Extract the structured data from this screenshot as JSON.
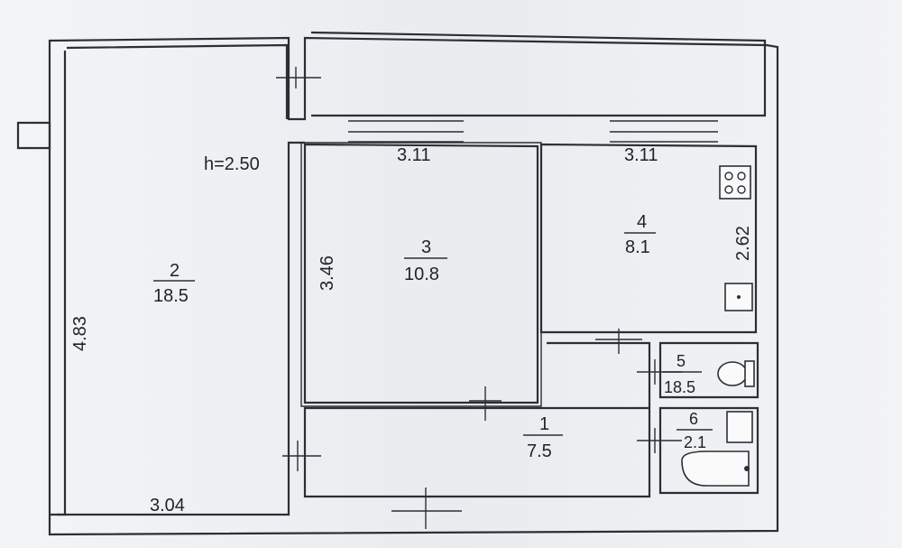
{
  "plan": {
    "ceiling_height": "h=2.50",
    "rooms": [
      {
        "number": "2",
        "area": "18.5"
      },
      {
        "number": "3",
        "area": "10.8"
      },
      {
        "number": "4",
        "area": "8.1"
      },
      {
        "number": "5",
        "area": "18.5"
      },
      {
        "number": "6",
        "area": "2.1"
      },
      {
        "number": "1",
        "area": "7.5"
      }
    ],
    "dimensions": {
      "room3_width": "3.11",
      "room4_width": "3.11",
      "room3_height": "3.46",
      "room4_height": "2.62",
      "room2_height": "4.83",
      "room2_width": "3.04"
    }
  }
}
